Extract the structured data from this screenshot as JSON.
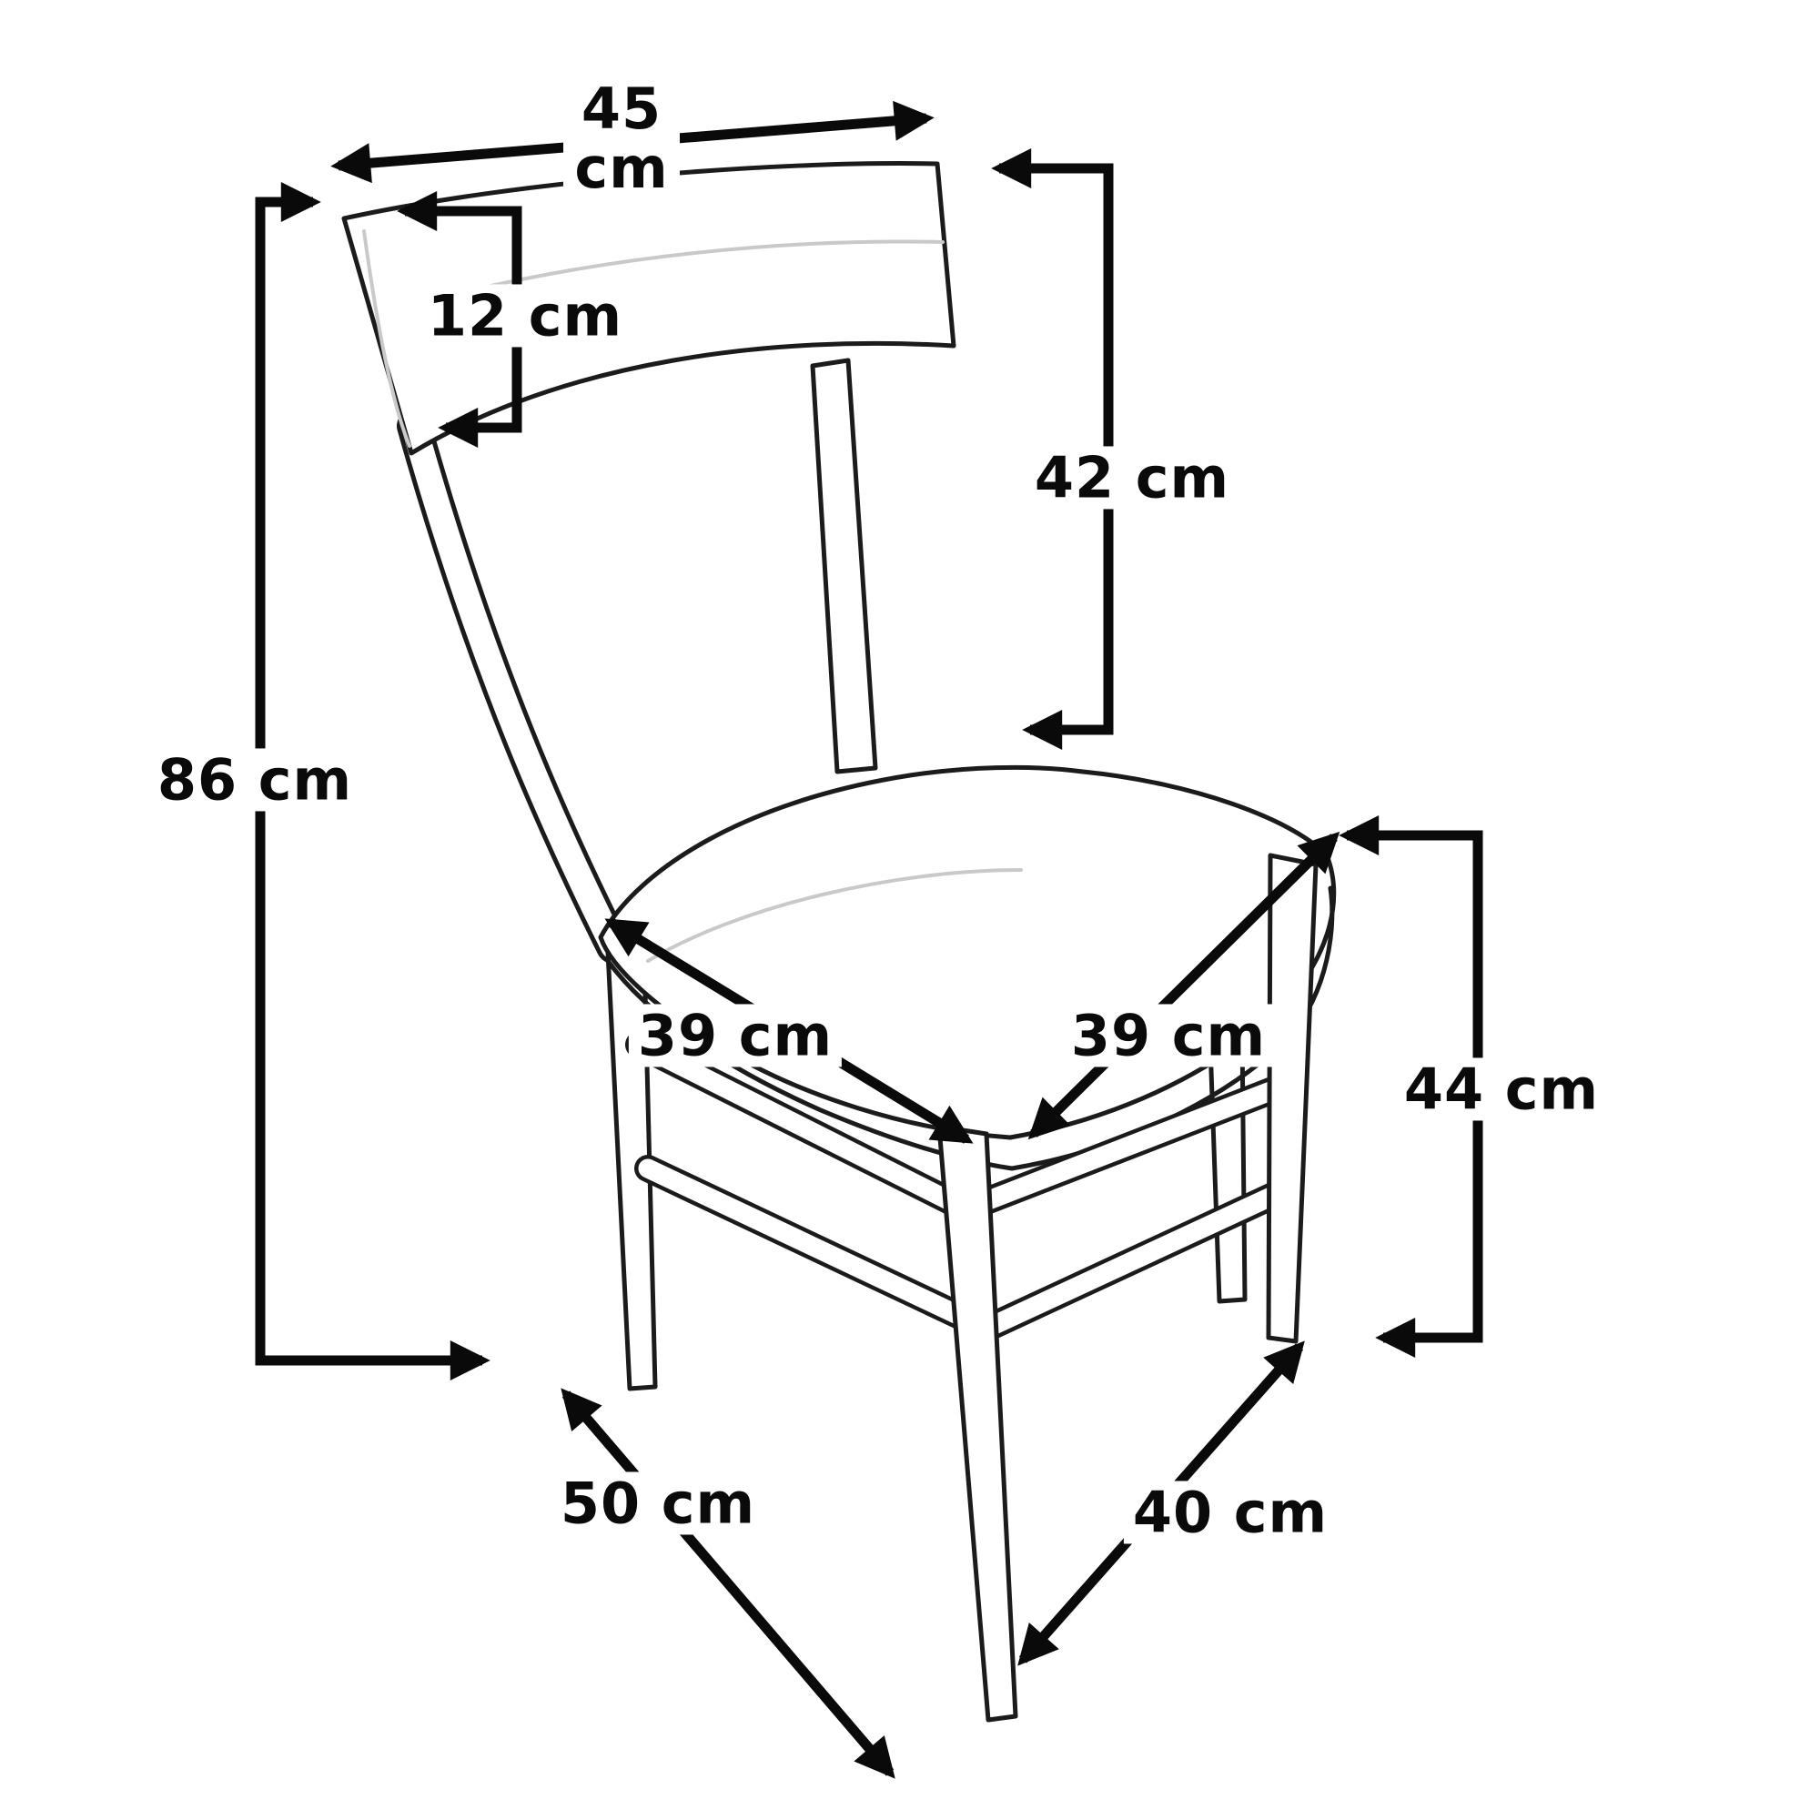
{
  "diagram": {
    "background_color": "#ffffff",
    "line_color": "#0a0a0a",
    "dimensions": {
      "back_width": {
        "value": "45",
        "unit": "cm",
        "label": "45 cm"
      },
      "backrest_height": {
        "value": "12",
        "unit": "cm",
        "label": "12 cm"
      },
      "seat_to_back_top": {
        "value": "42",
        "unit": "cm",
        "label": "42 cm"
      },
      "total_height": {
        "value": "86",
        "unit": "cm",
        "label": "86 cm"
      },
      "seat_depth": {
        "value": "39",
        "unit": "cm",
        "label": "39 cm"
      },
      "seat_width": {
        "value": "39",
        "unit": "cm",
        "label": "39 cm"
      },
      "seat_height": {
        "value": "44",
        "unit": "cm",
        "label": "44 cm"
      },
      "base_depth": {
        "value": "50",
        "unit": "cm",
        "label": "50 cm"
      },
      "front_leg_spacing": {
        "value": "40",
        "unit": "cm",
        "label": "40 cm"
      }
    }
  }
}
